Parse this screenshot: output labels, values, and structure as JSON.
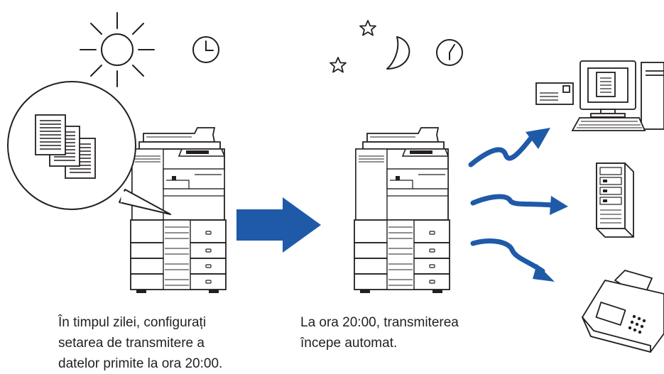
{
  "captions": {
    "daytime": {
      "line1": "În timpul zilei, configurați",
      "line2": "setarea de transmitere a",
      "line3": "datelor primite la ora 20:00."
    },
    "night": {
      "line1": "La ora 20:00, transmiterea",
      "line2": "începe automat."
    }
  },
  "colors": {
    "accent_blue": "#1f5aa8",
    "ink": "#231f20"
  },
  "icons": [
    "sun-icon",
    "clock-icon",
    "star-icon",
    "moon-icon",
    "document-stack-icon",
    "multifunction-printer-icon",
    "arrow-right-icon",
    "transfer-arrow-icon",
    "computer-icon",
    "email-envelope-icon",
    "server-icon",
    "fax-machine-icon"
  ]
}
